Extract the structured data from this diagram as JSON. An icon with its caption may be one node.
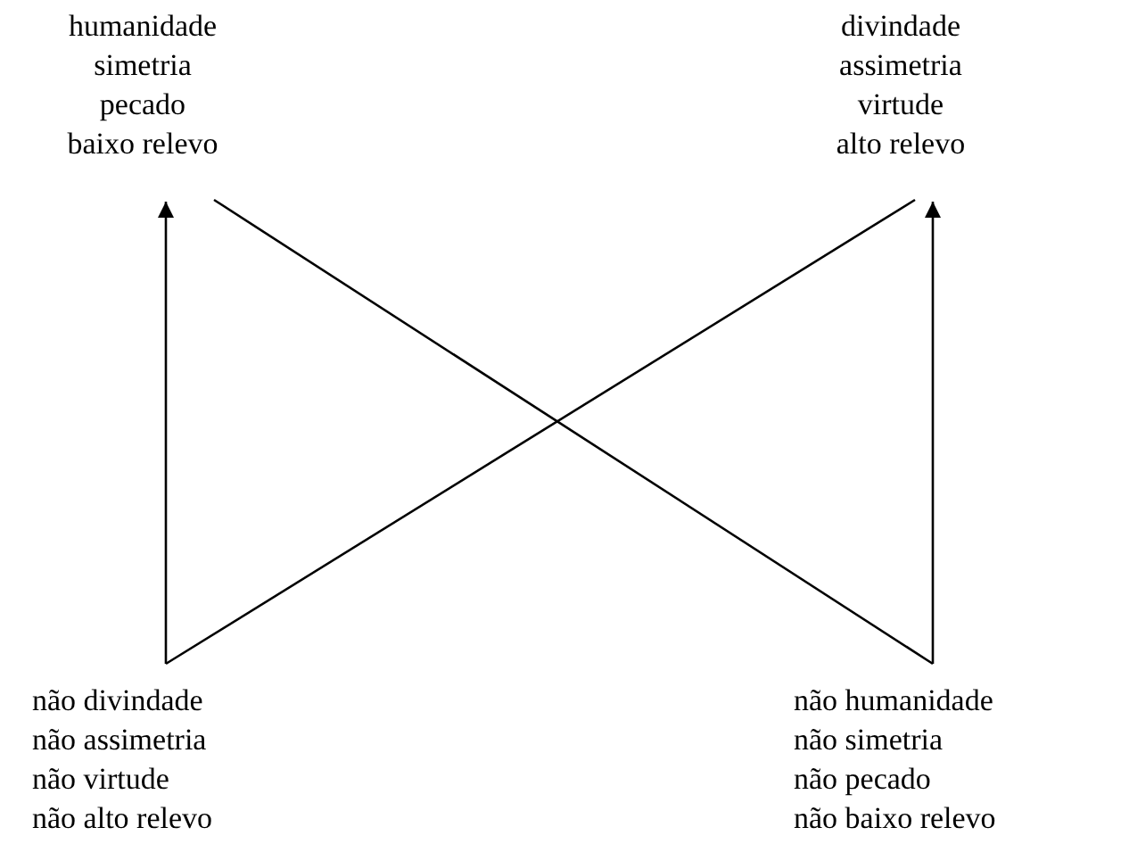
{
  "diagram": {
    "nodes": [
      {
        "text": [
          "humanidade",
          "simetria",
          "pecado",
          "baixo relevo"
        ]
      },
      {
        "text": [
          "divindade",
          "assimetria",
          "virtude",
          "alto relevo"
        ]
      },
      {
        "text": [
          "não divindade",
          "não assimetria",
          "não virtude",
          "não alto relevo"
        ]
      },
      {
        "text": [
          "não humanidade",
          "não simetria",
          "não pecado",
          "não baixo relevo"
        ]
      }
    ],
    "edges": [
      {
        "from": 2,
        "to": 0,
        "arrow": "to"
      },
      {
        "from": 2,
        "to": 1,
        "arrow": "none"
      },
      {
        "from": 0,
        "to": 3,
        "arrow": "none"
      },
      {
        "from": 3,
        "to": 1,
        "arrow": "to"
      }
    ]
  }
}
